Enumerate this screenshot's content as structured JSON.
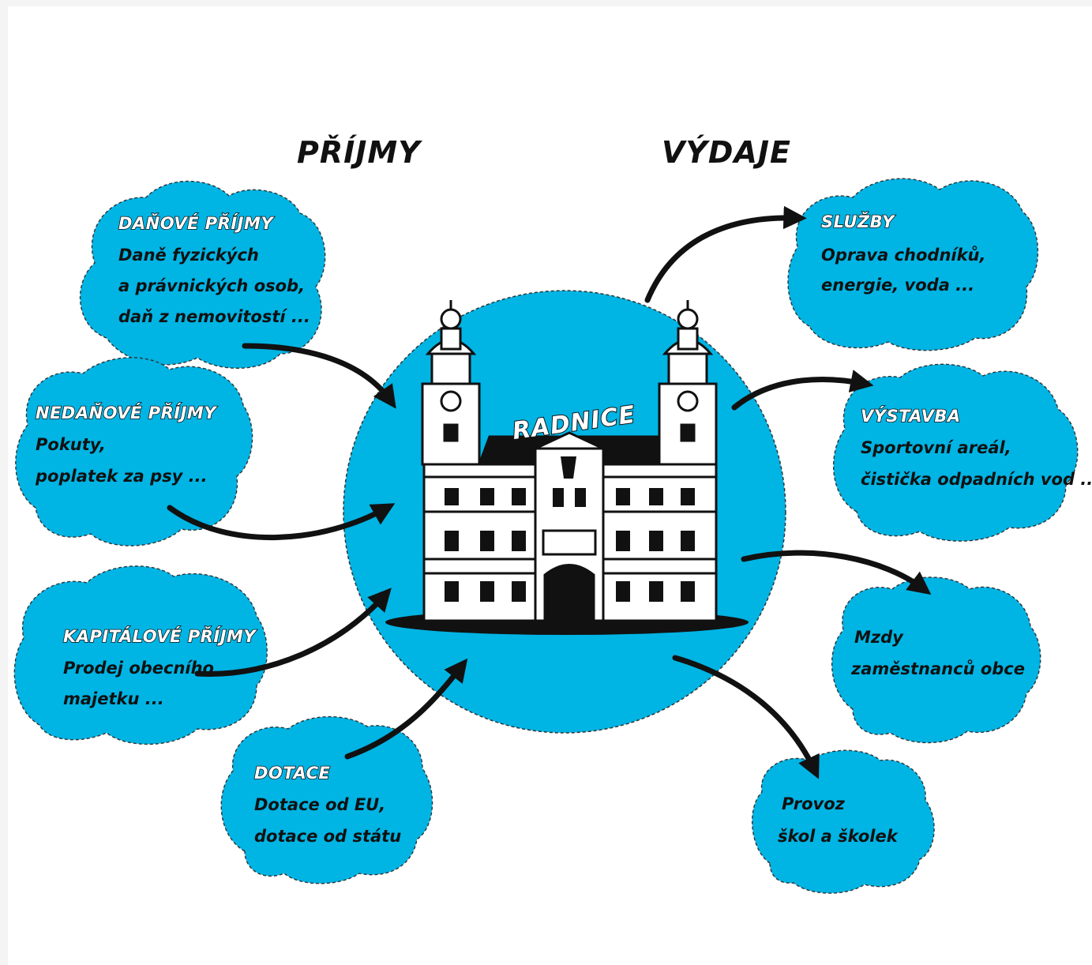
{
  "headings": {
    "income": "PŘÍJMY",
    "expenses": "VÝDAJE"
  },
  "center": {
    "label": "RADNICE"
  },
  "income_items": [
    {
      "title": "DAŇOVÉ PŘÍJMY",
      "lines": [
        "Daně fyzických",
        "a právnických osob,",
        "daň z nemovitostí ..."
      ]
    },
    {
      "title": "NEDAŇOVÉ PŘÍJMY",
      "lines": [
        "Pokuty,",
        "poplatek za psy ..."
      ]
    },
    {
      "title": "KAPITÁLOVÉ PŘÍJMY",
      "lines": [
        "Prodej obecního",
        "majetku ..."
      ]
    },
    {
      "title": "DOTACE",
      "lines": [
        "Dotace od EU,",
        "dotace od státu"
      ]
    }
  ],
  "expense_items": [
    {
      "title": "SLUŽBY",
      "lines": [
        "Oprava chodníků,",
        "energie, voda ..."
      ]
    },
    {
      "title": "VÝSTAVBA",
      "lines": [
        "Sportovní areál,",
        "čistička odpadních vod ..."
      ]
    },
    {
      "title": "",
      "lines": [
        "Mzdy",
        "zaměstnanců obce"
      ]
    },
    {
      "title": "",
      "lines": [
        "Provoz",
        "škol a školek"
      ]
    }
  ],
  "colors": {
    "cloud_fill": "#00b4e4",
    "outline": "#111111",
    "background": "#ffffff"
  }
}
